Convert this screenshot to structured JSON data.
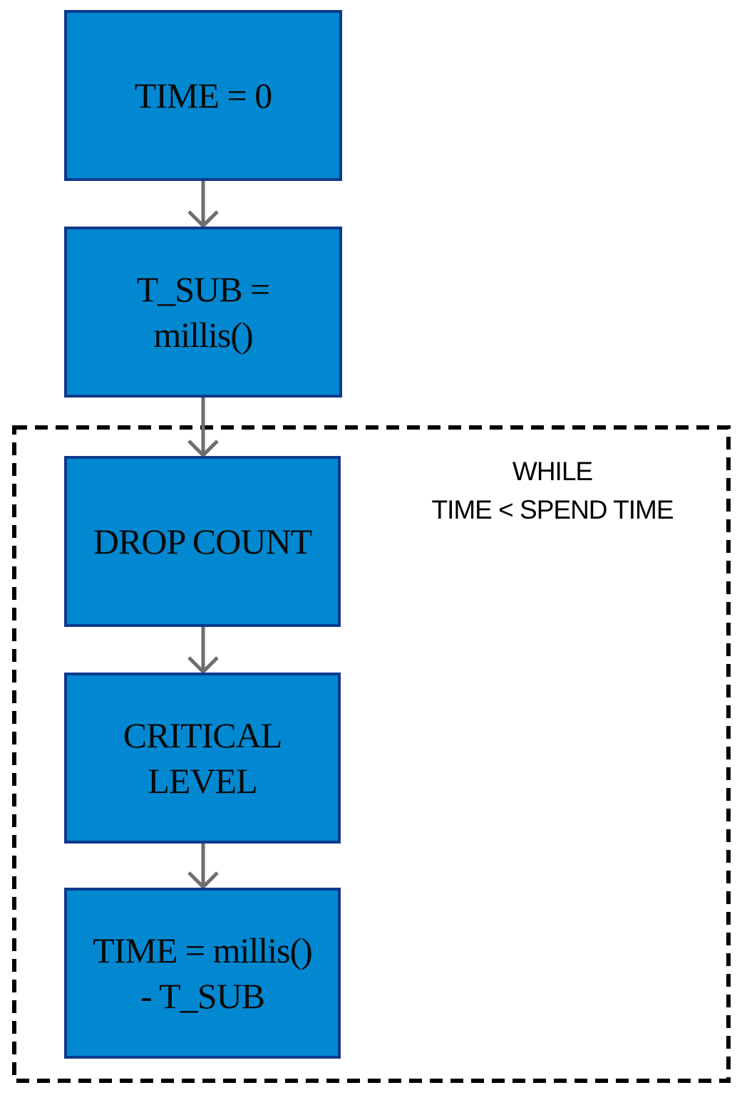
{
  "nodes": [
    {
      "id": "time-init",
      "lines": [
        "TIME = 0"
      ]
    },
    {
      "id": "tsub",
      "lines": [
        "T_SUB =",
        "millis()"
      ]
    },
    {
      "id": "drop",
      "lines": [
        "DROP COUNT"
      ]
    },
    {
      "id": "critical",
      "lines": [
        "CRITICAL",
        "LEVEL"
      ]
    },
    {
      "id": "time-update",
      "lines": [
        "TIME = millis()",
        "- T_SUB"
      ]
    }
  ],
  "loop": {
    "label_lines": [
      "WHILE",
      "TIME < SPEND TIME"
    ]
  },
  "colors": {
    "box_fill": "#0288d1",
    "box_border": "#0d3a8c",
    "arrow": "#6e6e6e",
    "loop_border": "#000000"
  }
}
